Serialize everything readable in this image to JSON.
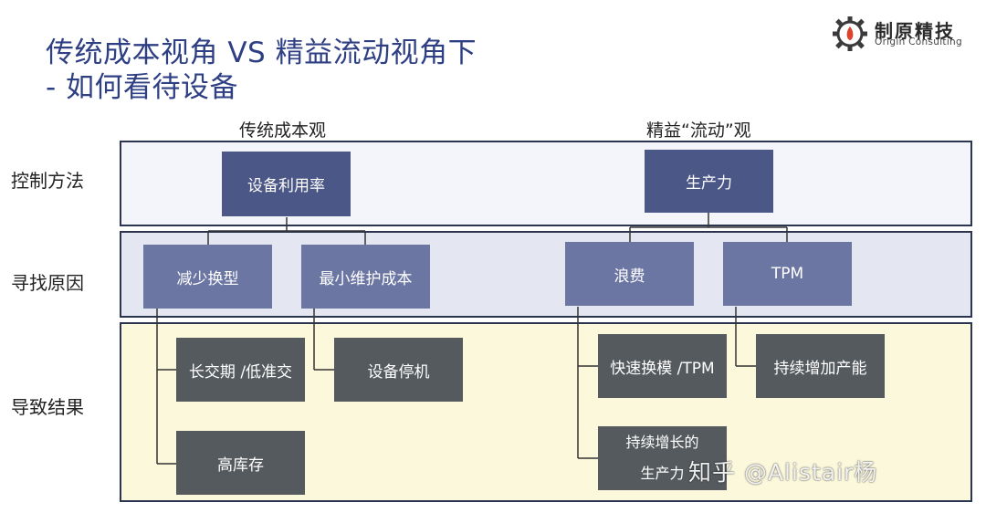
{
  "title": {
    "line1": "传统成本视角 VS 精益流动视角下",
    "line2": "- 如何看待设备"
  },
  "logo": {
    "name": "制原精技",
    "subtitle": "Origin Consulting",
    "icon": "gear-icon"
  },
  "columns": {
    "left": "传统成本观",
    "right": "精益“流动”观"
  },
  "rows": {
    "control": "控制方法",
    "cause": "寻找原因",
    "result": "导致结果"
  },
  "boxes": {
    "utilization": "设备利用率",
    "productivity": "生产力",
    "reduce_changeover": "减少换型",
    "min_maintenance": "最小维护成本",
    "waste": "浪费",
    "tpm": "TPM",
    "long_lead": "长交期 /低准交",
    "downtime": "设备停机",
    "inventory": "高库存",
    "quick_change": "快速换模 /TPM",
    "capacity": "持续增加产能",
    "growth_line1": "持续增长的",
    "growth_line2": "生产力"
  },
  "watermark": "知乎 @Alistair杨",
  "colors": {
    "title": "#2f3f84",
    "box_top": "#4b5786",
    "box_mid": "#6b76a3",
    "box_bottom": "#545a5e",
    "band_top": "#f4f5fb",
    "band_mid": "#e4e6f1",
    "band_bottom": "#fbf8dc"
  }
}
